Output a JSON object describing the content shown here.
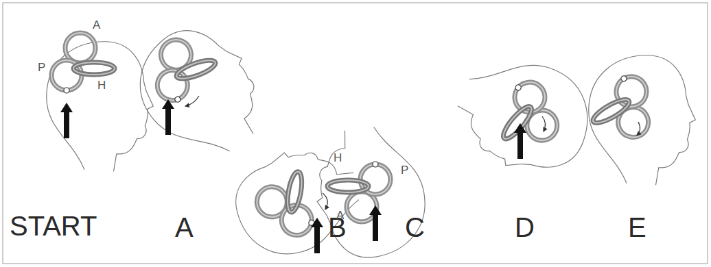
{
  "diagram": {
    "labels": [
      "A",
      "P",
      "H",
      "START",
      "A",
      "B",
      "H",
      "P",
      "A",
      "C",
      "D",
      "E"
    ]
  }
}
